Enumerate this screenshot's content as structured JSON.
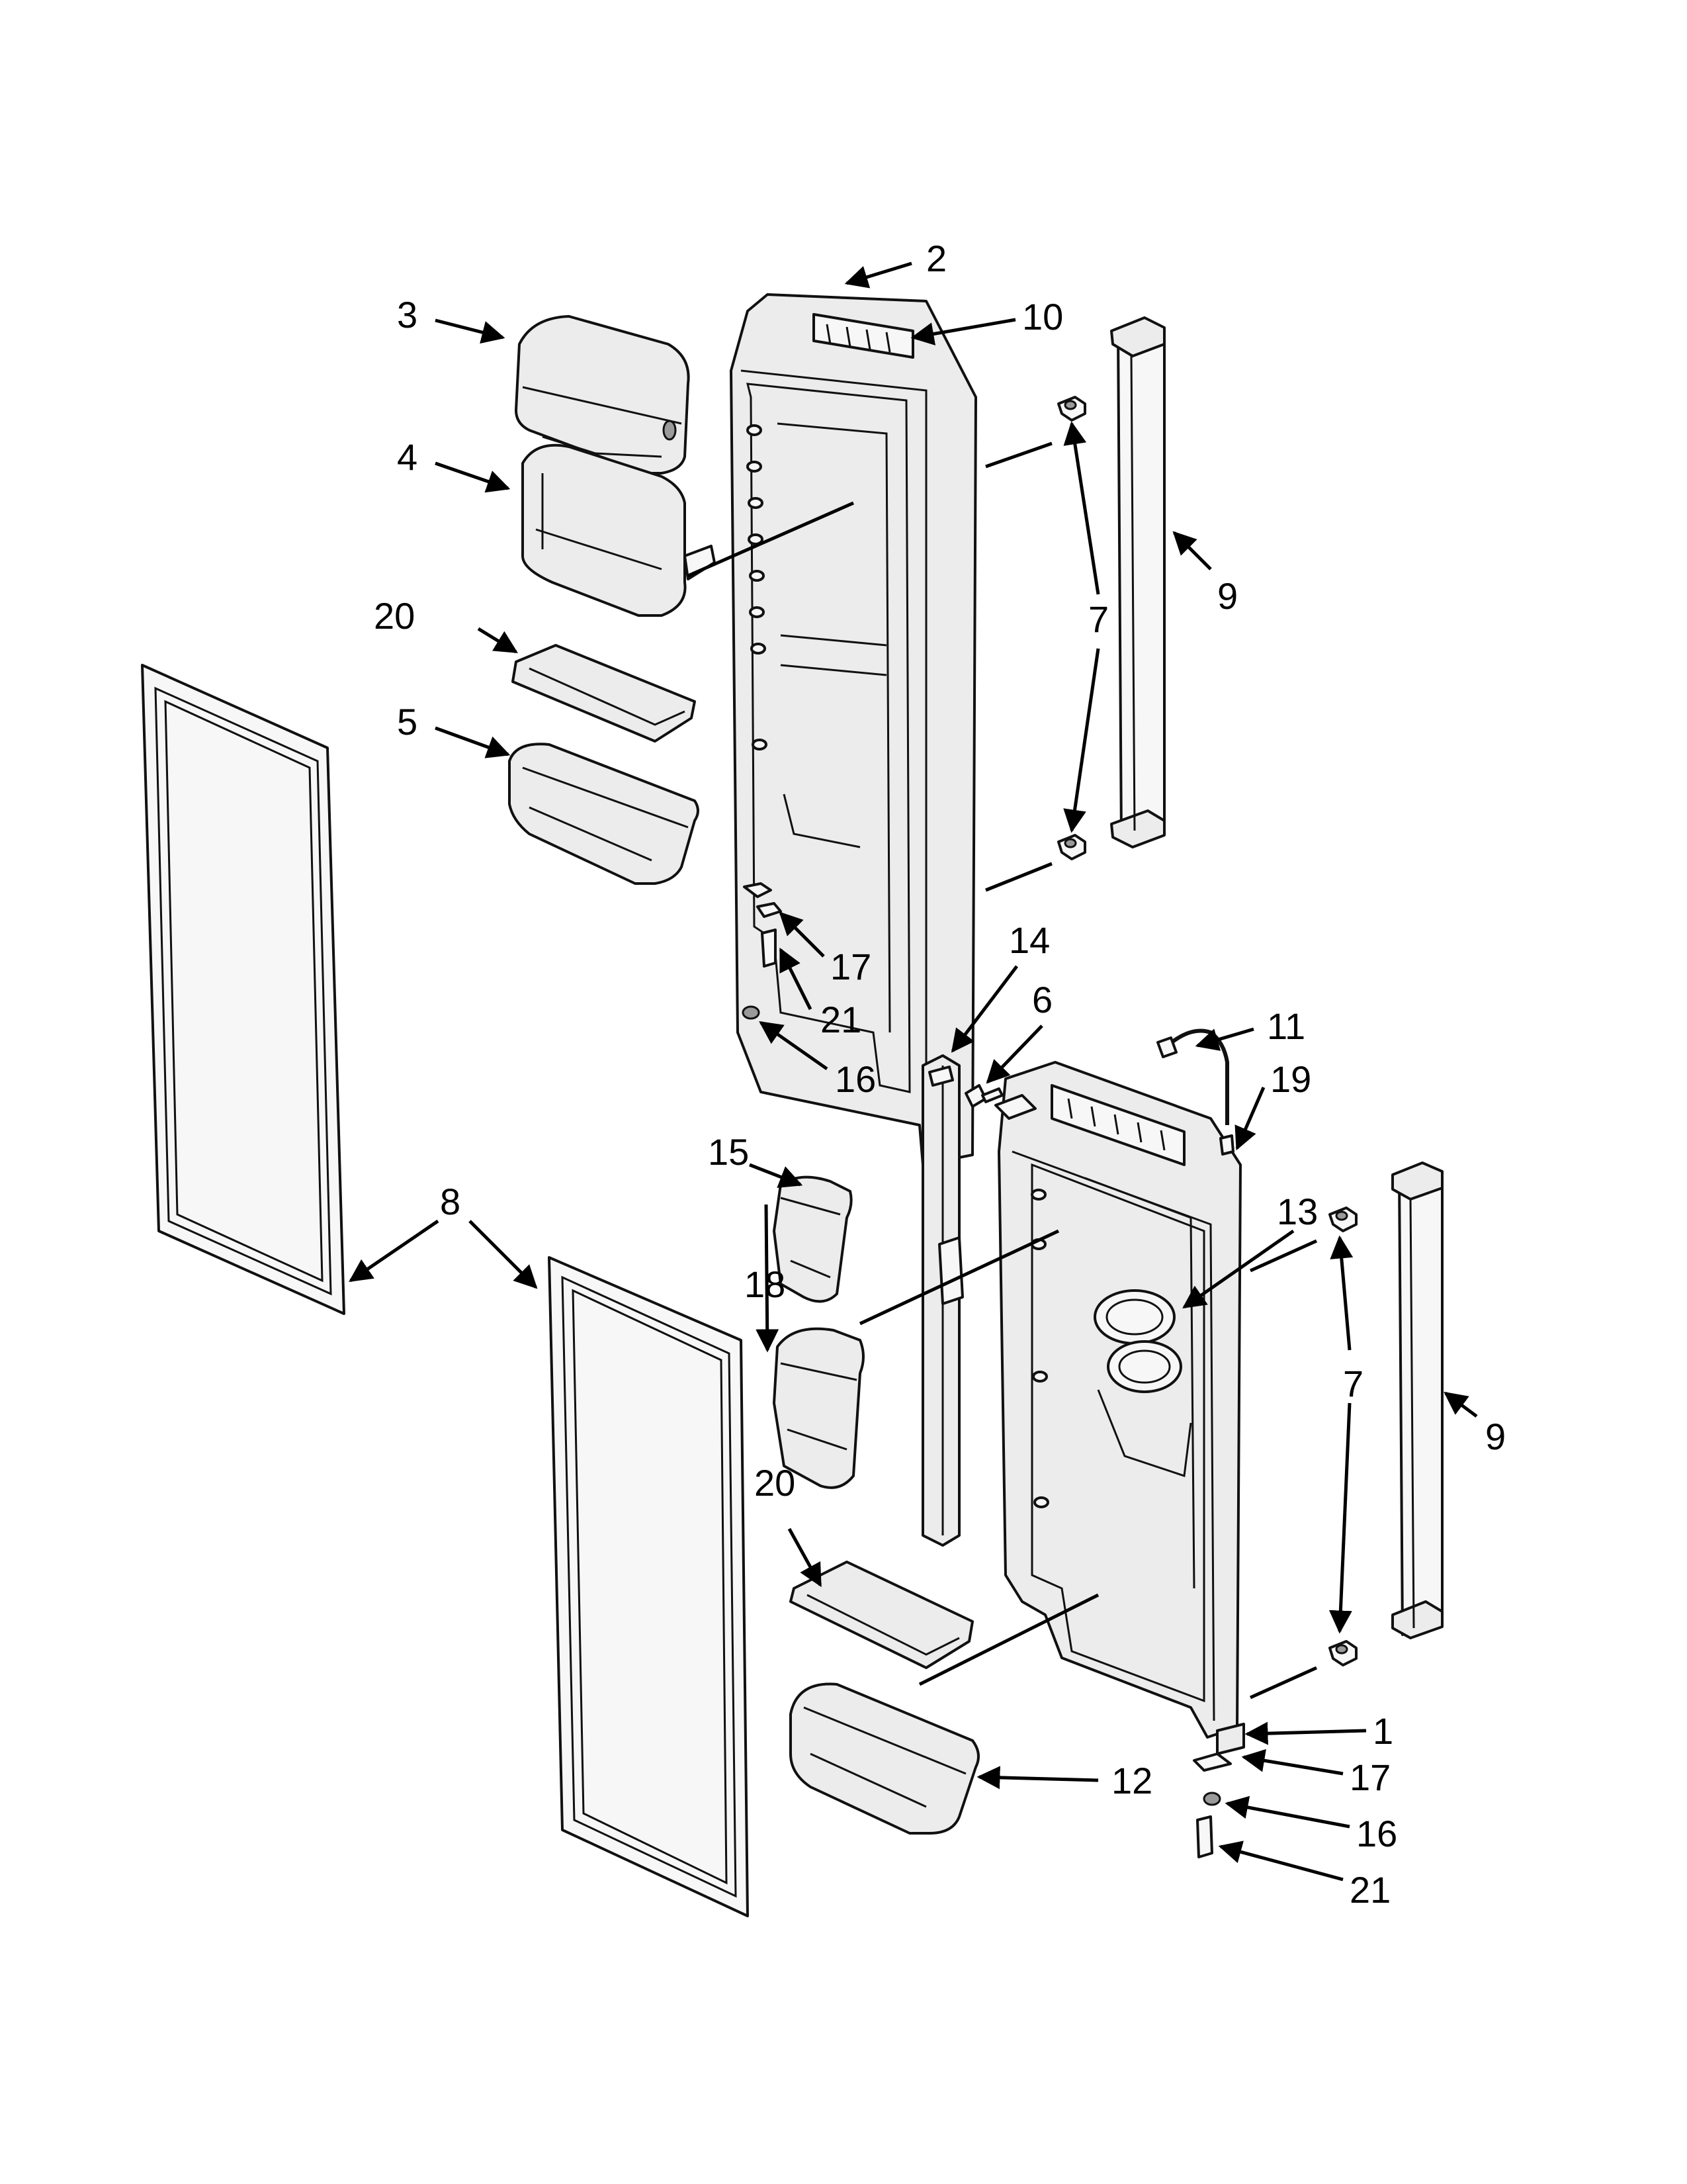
{
  "diagram": {
    "callouts": [
      {
        "id": "c2",
        "label": "2"
      },
      {
        "id": "c10",
        "label": "10"
      },
      {
        "id": "c3",
        "label": "3"
      },
      {
        "id": "c4",
        "label": "4"
      },
      {
        "id": "c9a",
        "label": "9"
      },
      {
        "id": "c7a",
        "label": "7"
      },
      {
        "id": "c20a",
        "label": "20"
      },
      {
        "id": "c5",
        "label": "5"
      },
      {
        "id": "c17a",
        "label": "17"
      },
      {
        "id": "c21a",
        "label": "21"
      },
      {
        "id": "c16a",
        "label": "16"
      },
      {
        "id": "c14",
        "label": "14"
      },
      {
        "id": "c6",
        "label": "6"
      },
      {
        "id": "c11",
        "label": "11"
      },
      {
        "id": "c19",
        "label": "19"
      },
      {
        "id": "c15",
        "label": "15"
      },
      {
        "id": "c8",
        "label": "8"
      },
      {
        "id": "c13",
        "label": "13"
      },
      {
        "id": "c18",
        "label": "18"
      },
      {
        "id": "c7b",
        "label": "7"
      },
      {
        "id": "c9b",
        "label": "9"
      },
      {
        "id": "c20b",
        "label": "20"
      },
      {
        "id": "c1",
        "label": "1"
      },
      {
        "id": "c12",
        "label": "12"
      },
      {
        "id": "c17b",
        "label": "17"
      },
      {
        "id": "c16b",
        "label": "16"
      },
      {
        "id": "c21b",
        "label": "21"
      }
    ]
  }
}
